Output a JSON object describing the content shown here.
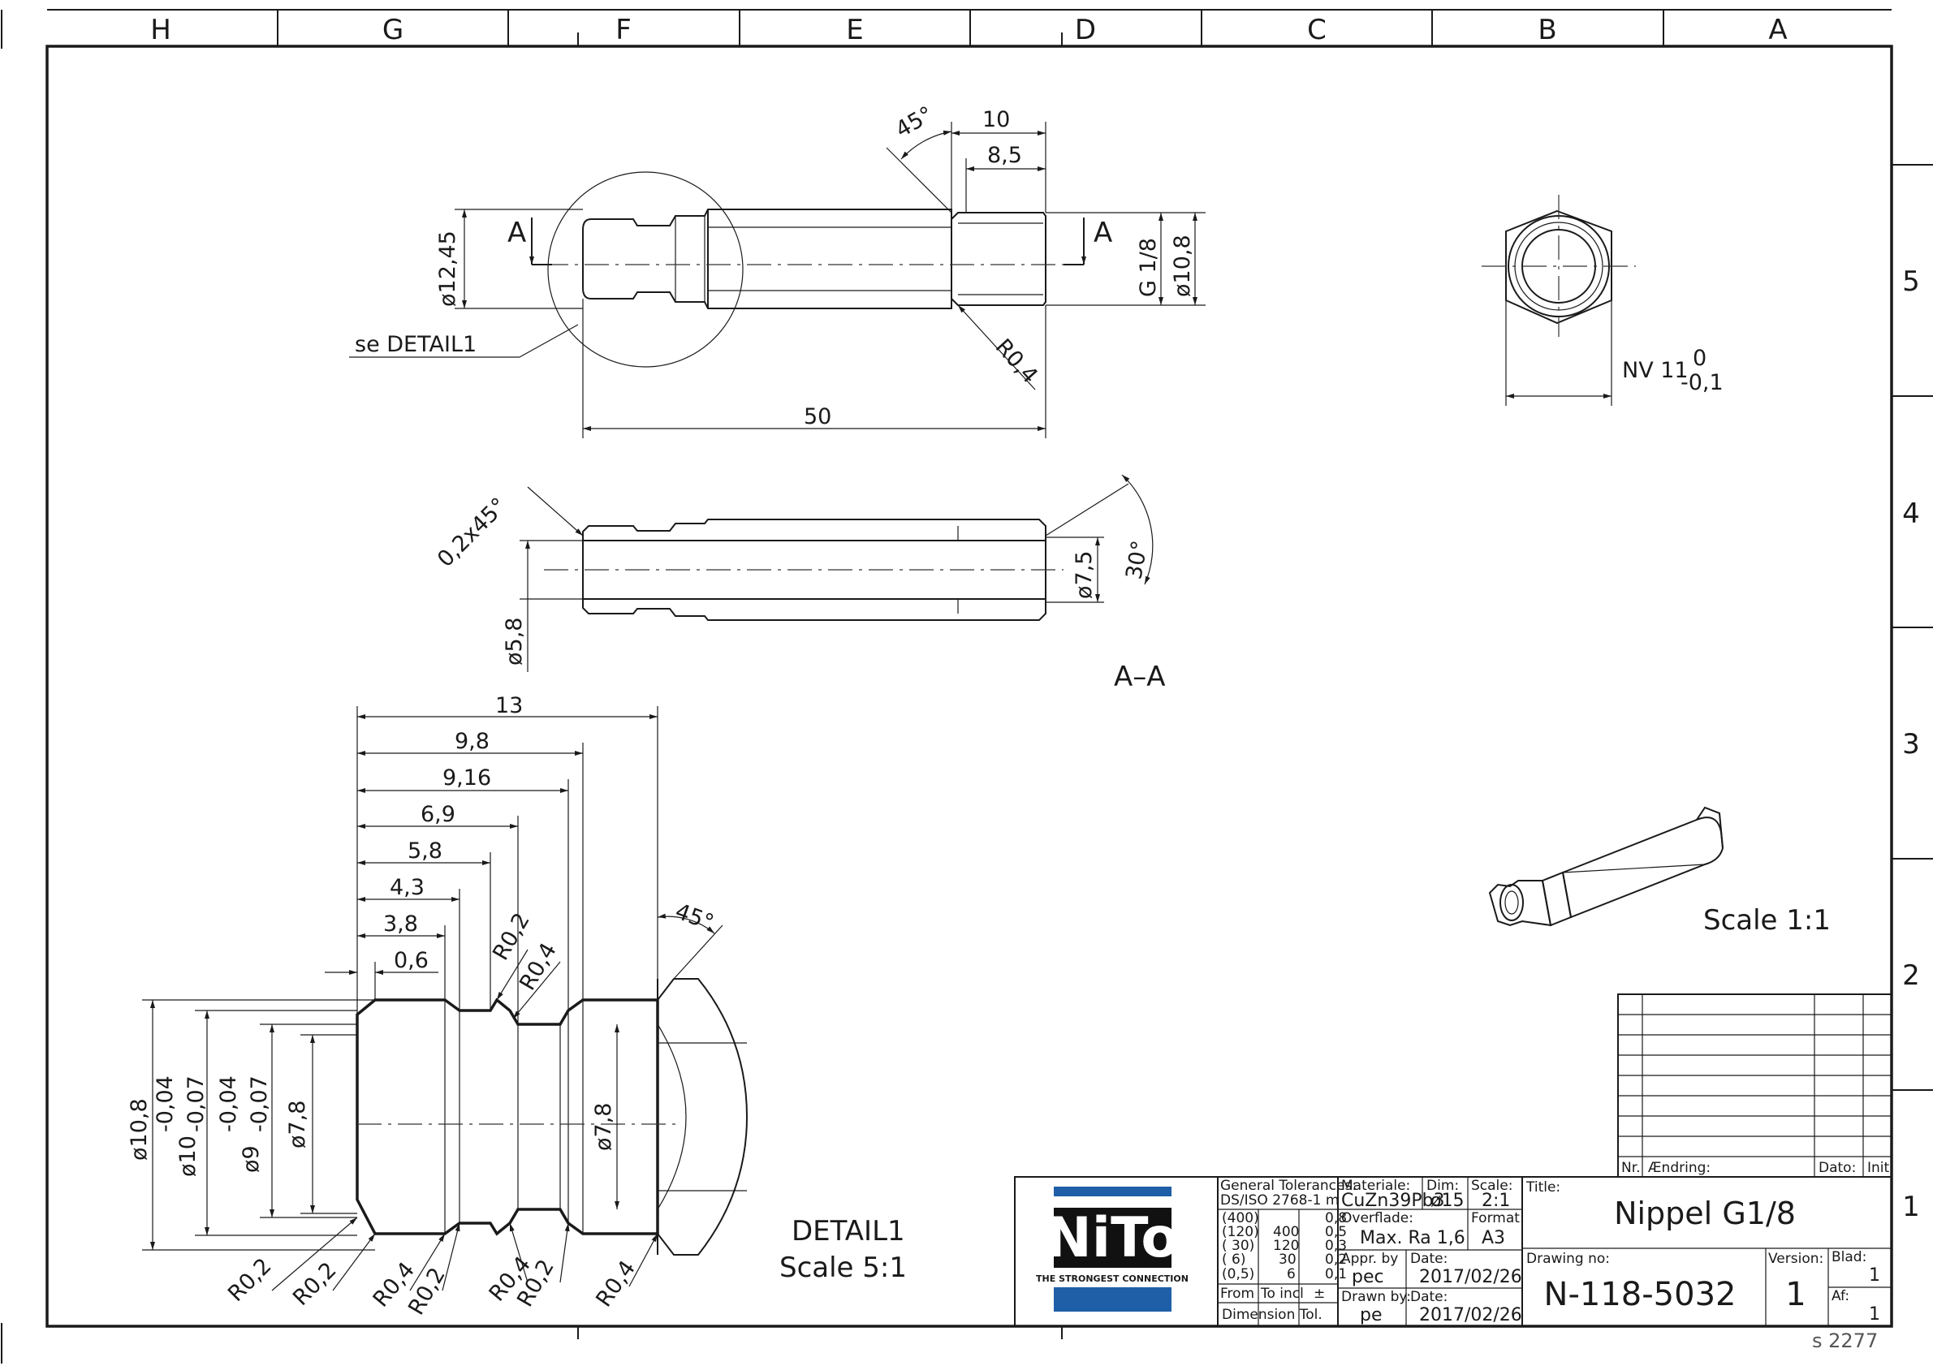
{
  "frame": {
    "columns": [
      "H",
      "G",
      "F",
      "E",
      "D",
      "C",
      "B",
      "A"
    ],
    "rows": [
      "5",
      "4",
      "3",
      "2",
      "1"
    ]
  },
  "main_view": {
    "section_mark": "A",
    "dims": {
      "chamfer_angle": "45°",
      "len_10": "10",
      "len_8_5": "8,5",
      "dia_12_45": "ø12,45",
      "thread": "G 1/8",
      "dia_10_8": "ø10,8",
      "radius": "R0,4",
      "detail_ref": "se DETAIL1",
      "total_len": "50"
    }
  },
  "end_view": {
    "nv_label": "NV 11",
    "tol_upper": "0",
    "tol_lower": "-0,1"
  },
  "section_view": {
    "title": "A–A",
    "chamfer": "0,2x45°",
    "dia_5_8": "ø5,8",
    "dia_7_5": "ø7,5",
    "angle": "30°"
  },
  "detail_view": {
    "title": "DETAIL1",
    "scale": "Scale 5:1",
    "horizontal": [
      "13",
      "9,8",
      "9,16",
      "6,9",
      "5,8",
      "4,3",
      "3,8",
      "0,6"
    ],
    "angle": "45°",
    "radii_top": [
      "R0,2",
      "R0,4"
    ],
    "dia_10_8": "ø10,8",
    "dia_10": "ø10",
    "tol_10_upper": "-0,04",
    "tol_10_lower": "-0,07",
    "dia_9": "ø9",
    "tol_9_upper": "-0,04",
    "tol_9_lower": "-0,07",
    "dia_7_8_left": "ø7,8",
    "dia_7_8_right": "ø7,8",
    "radii_bottom": [
      "R0,2",
      "R0,2",
      "R0,4",
      "R0,2",
      "R0,4",
      "R0,2",
      "R0,4"
    ]
  },
  "iso_view": {
    "scale": "Scale 1:1"
  },
  "revision_table": {
    "nr": "Nr.",
    "change": "Ændring:",
    "date": "Dato:",
    "init": "Init."
  },
  "title_block": {
    "logo_text": "NiTo",
    "logo_tagline": "THE STRONGEST CONNECTION",
    "gen_tol_label": "General Tolerances:",
    "gen_tol_std": "DS/ISO 2768-1 m",
    "tol_rows": [
      [
        "(400)",
        "",
        "0,8"
      ],
      [
        "(120)",
        "400",
        "0,5"
      ],
      [
        "( 30)",
        "120",
        "0,3"
      ],
      [
        "( 6)",
        "30",
        "0,2"
      ],
      [
        "(0,5)",
        "6",
        "0,1"
      ]
    ],
    "tol_from": "From",
    "tol_to": "To incl",
    "tol_pm": "±",
    "tol_footer": "Dimension  Tol.",
    "material_label": "Materiale:",
    "material": "CuZn39Pb3",
    "dim_label": "Dim:",
    "dim": "ø15",
    "scale_label": "Scale:",
    "scale": "2:1",
    "surface_label": "Overflade:",
    "surface": "Max. Ra 1,6",
    "format_label": "Format:",
    "format": "A3",
    "appr_label": "Appr. by",
    "appr": "pec",
    "date1_label": "Date:",
    "date1": "2017/02/26",
    "drawn_label": "Drawn by:",
    "drawn": "pe",
    "date2_label": "Date:",
    "date2": "2017/02/26",
    "title_label": "Title:",
    "title": "Nippel G1/8",
    "drawing_no_label": "Drawing no:",
    "drawing_no": "N-118-5032",
    "version_label": "Version:",
    "version": "1",
    "sheet_label": "Blad:",
    "sheet": "1",
    "of_label": "Af:",
    "of": "1"
  },
  "footer_code": "s 2277"
}
